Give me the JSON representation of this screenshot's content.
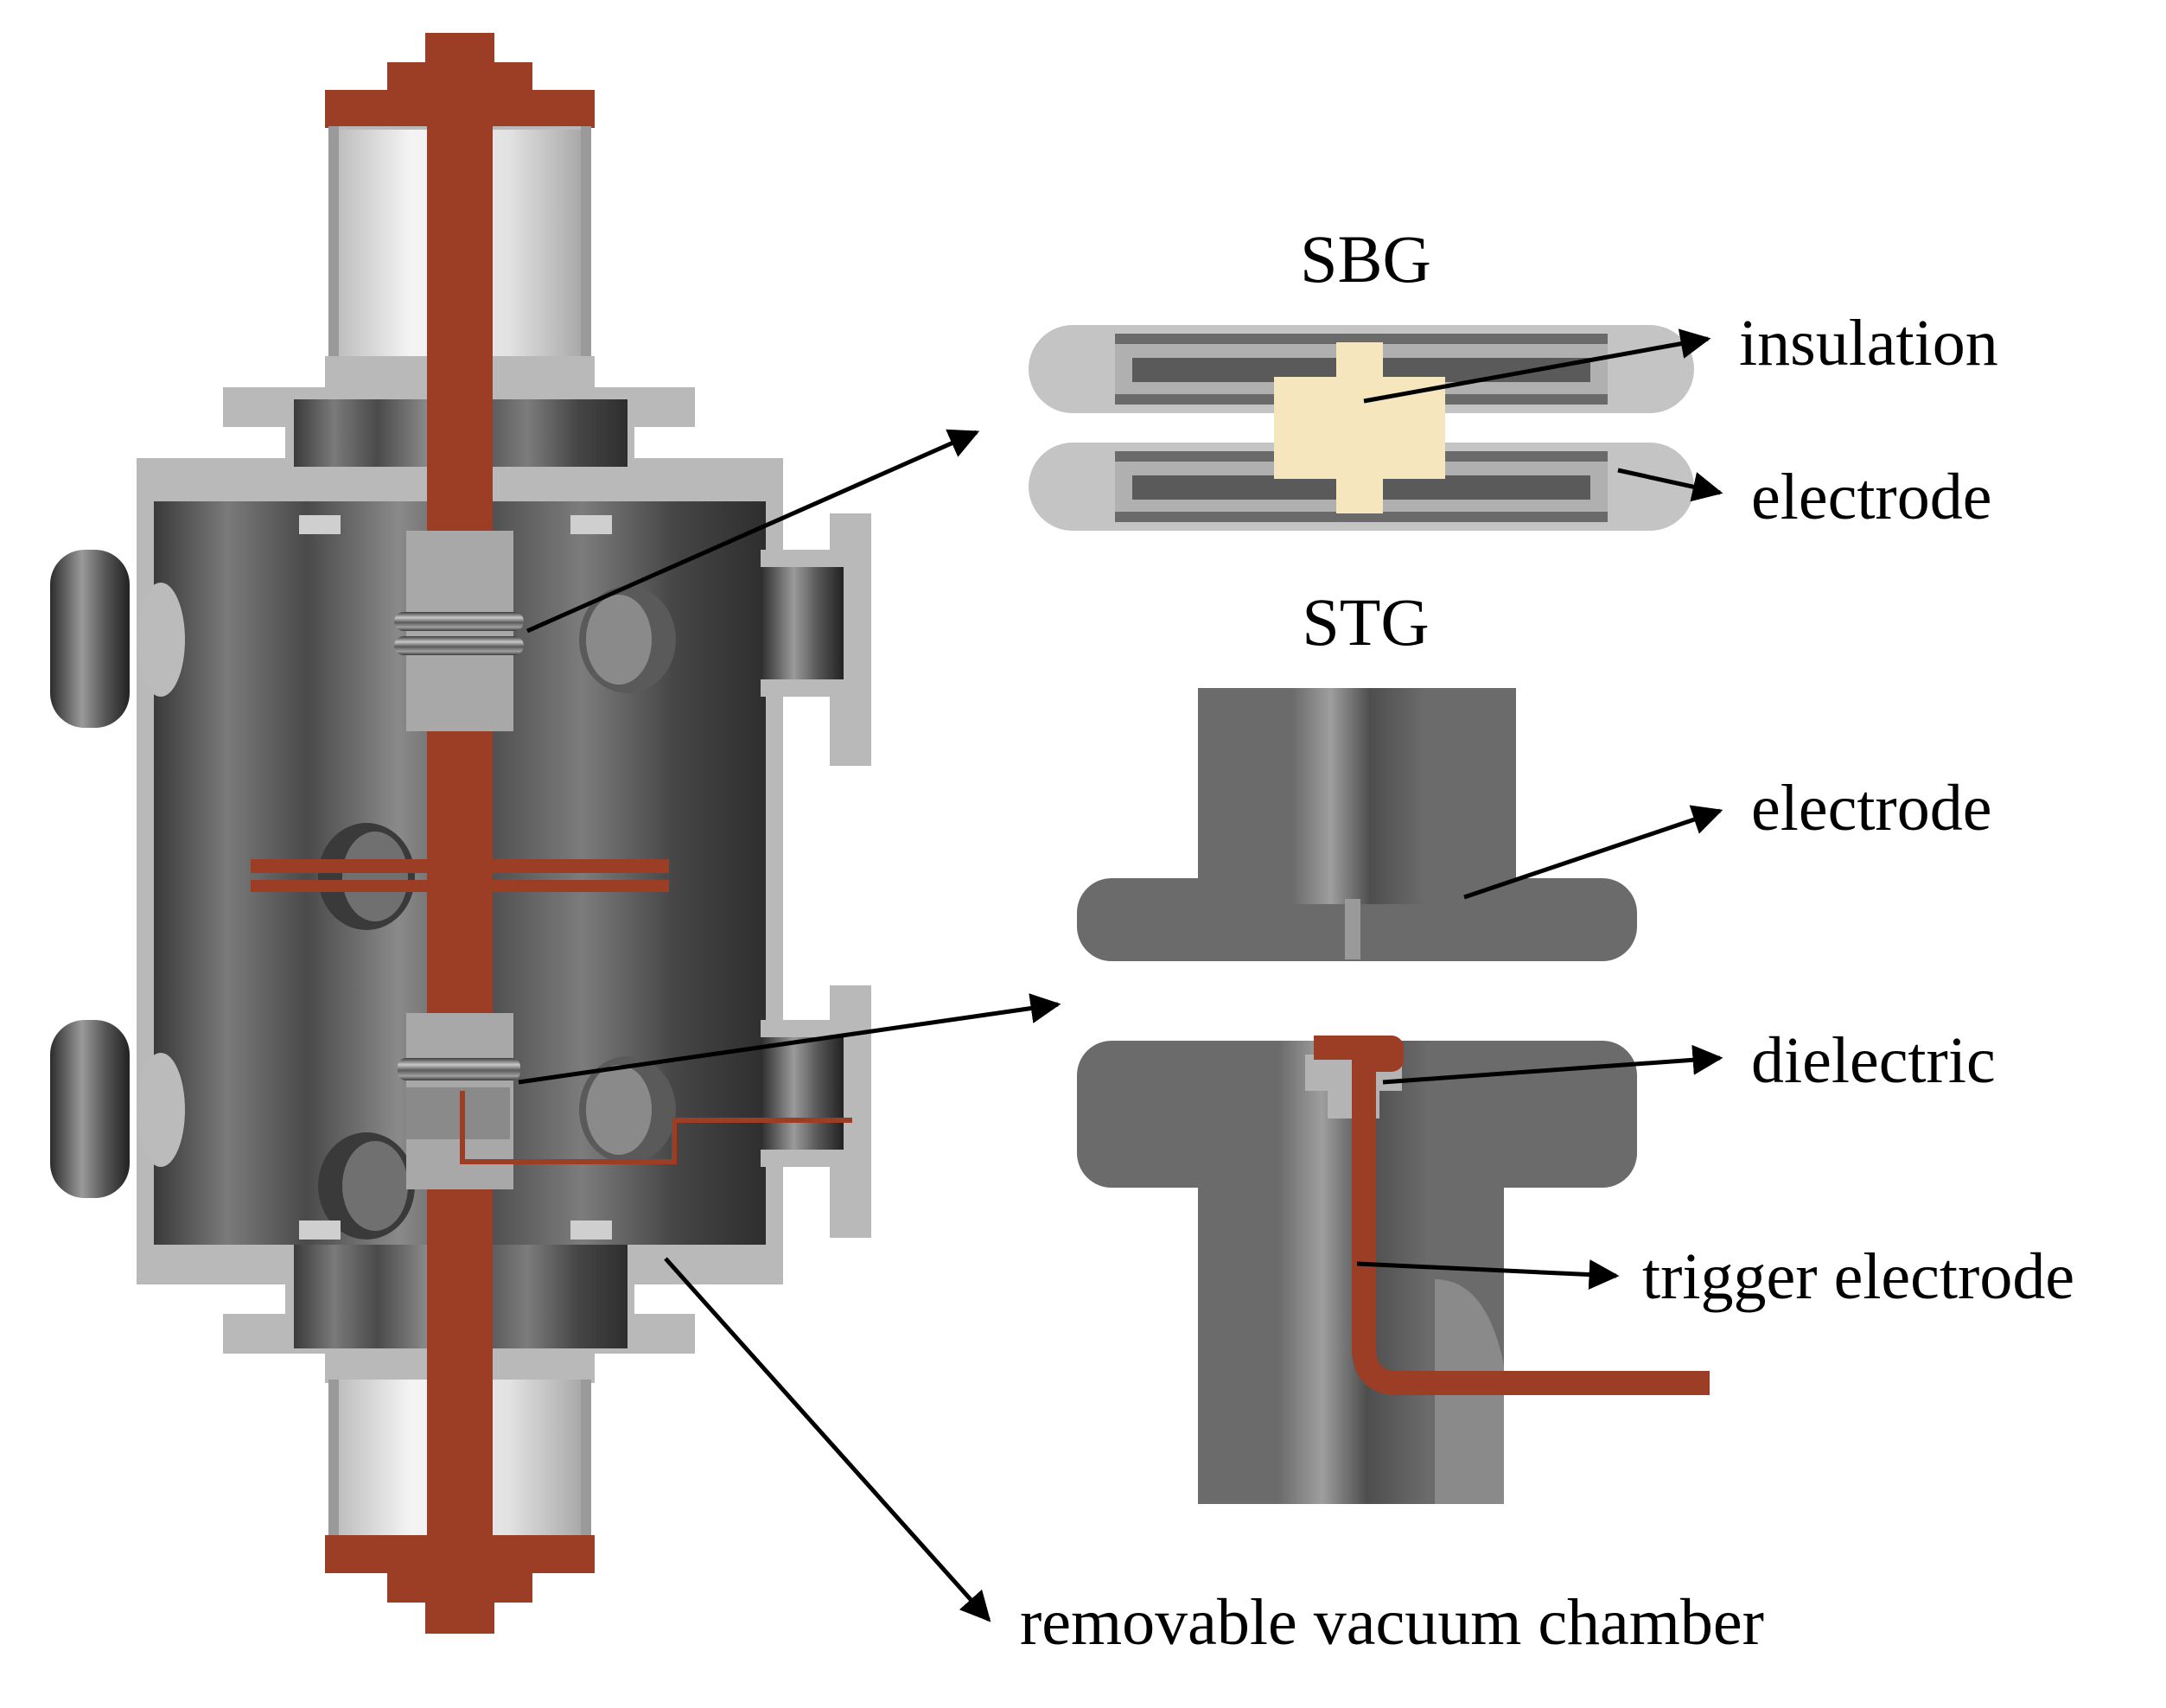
{
  "titles": {
    "sbg": "SBG",
    "stg": "STG"
  },
  "labels": {
    "insulation": "insulation",
    "sbg_electrode": "electrode",
    "stg_electrode": "electrode",
    "dielectric": "dielectric",
    "trigger_electrode": "trigger electrode",
    "removable_vacuum_chamber": "removable vacuum chamber"
  },
  "colors": {
    "copper": "#9c3d26",
    "flange": "#b9b9b9",
    "steel_dark": "#4a4a4a",
    "steel_mid": "#6b6b6b",
    "insulation": "#f6e6bd",
    "insulator_white": "#e6e6e6",
    "arrow": "#000000"
  }
}
